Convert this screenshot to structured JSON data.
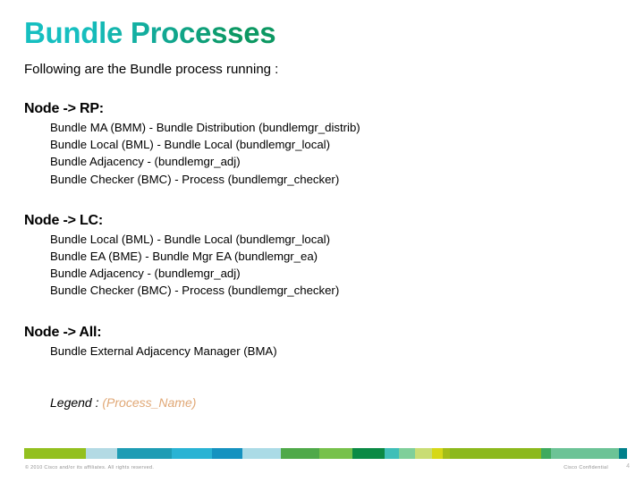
{
  "slide": {
    "title": "Bundle Processes",
    "intro": "Following are the Bundle process running :",
    "title_gradient_start": "#16bfc0",
    "title_gradient_end": "#0c9862"
  },
  "sections": [
    {
      "heading": "Node -> RP:",
      "items": [
        "Bundle MA (BMM) - Bundle Distribution (bundlemgr_distrib)",
        "Bundle Local (BML) - Bundle Local (bundlemgr_local)",
        "Bundle Adjacency - (bundlemgr_adj)",
        "Bundle Checker (BMC) - Process (bundlemgr_checker)"
      ]
    },
    {
      "heading": "Node -> LC:",
      "items": [
        "Bundle Local (BML) - Bundle Local (bundlemgr_local)",
        "Bundle EA (BME) - Bundle Mgr EA (bundlemgr_ea)",
        "Bundle Adjacency - (bundlemgr_adj)",
        "Bundle Checker (BMC) - Process (bundlemgr_checker)"
      ]
    },
    {
      "heading": "Node -> All:",
      "items": [
        "Bundle External Adjacency Manager (BMA)"
      ]
    }
  ],
  "legend": {
    "label": "Legend : ",
    "process": "(Process_Name)",
    "process_color": "#e0a775"
  },
  "footer": {
    "copyright": "© 2010 Cisco and/or its affiliates. All rights reserved.",
    "confidential": "Cisco Confidential",
    "page_number": "4",
    "color_bar": [
      {
        "color": "#93c01f",
        "width": 96
      },
      {
        "color": "#b3dae4",
        "width": 48
      },
      {
        "color": "#1e9cb4",
        "width": 84
      },
      {
        "color": "#29b3d4",
        "width": 63
      },
      {
        "color": "#1592c0",
        "width": 47
      },
      {
        "color": "#abdbe6",
        "width": 60
      },
      {
        "color": "#4fa949",
        "width": 59
      },
      {
        "color": "#77c14b",
        "width": 52
      },
      {
        "color": "#0b8a45",
        "width": 50
      },
      {
        "color": "#3fbfb8",
        "width": 22
      },
      {
        "color": "#7fcf9a",
        "width": 24
      },
      {
        "color": "#c9dd74",
        "width": 27
      },
      {
        "color": "#d6d817",
        "width": 16
      },
      {
        "color": "#a3bd17",
        "width": 12
      },
      {
        "color": "#8cb91d",
        "width": 141
      },
      {
        "color": "#3faa5e",
        "width": 16
      },
      {
        "color": "#6cc396",
        "width": 105
      },
      {
        "color": "#00808b",
        "width": 12
      }
    ]
  }
}
